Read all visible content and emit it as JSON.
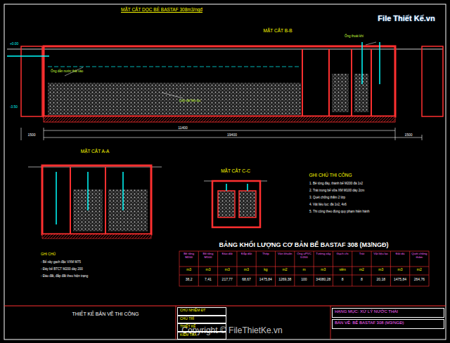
{
  "diagram": {
    "title": "MẶT CẮT DỌC BỂ BASTAF 308m3/ngđ",
    "nodes": [
      {
        "text": [
          "CHỦ NHIỆM ĐT"
        ]
      },
      {
        "text": [
          "CHỦ TRÌ"
        ]
      },
      {
        "text": [
          "THIẾT KẾ"
        ]
      },
      {
        "text": [
          "KIỂM TRA"
        ]
      },
      {
        "text": [
          "HẠNG MỤC: XỬ LÝ NƯỚC THẢI"
        ]
      },
      {
        "text": [
          "BẢN VẼ: BỂ BASTAF 308 (M3/NGĐ)"
        ]
      }
    ],
    "labels": [
      "MẶT CẮT B-B",
      "MẶT CẮT A-A",
      "MẶT CẮT C-C",
      "GHI CHÚ THI CÔNG",
      "BẢNG KHỐI LƯỢNG CƠ BẢN BỂ BASTAF 308 (M3/NGĐ)",
      "11400",
      "19400",
      "1500",
      "1500",
      "+0.00",
      "-3.50",
      "Ống dẫn nước thải vào",
      "Lớp vật liệu lọc",
      "Ống thoát khí",
      "1. Bê tông đáy, thành bể M200 đá 1x2",
      "2. Trát trong bể vữa XM M100 dày 2cm",
      "3. Quét chống thấm 2 lớp",
      "4. Vật liệu lọc: đá 1x2, 4x6",
      "5. Thi công theo đúng quy phạm hiện hành",
      "GHI CHÚ",
      "- Bể xây gạch đặc VXM M75",
      "- Đáy bể BTCT M200 dày 200",
      "- Đào đất, đắp đất theo hiện trạng",
      "THIẾT KẾ BẢN VẼ THI CÔNG",
      "File Thiết Kế.vn",
      "Copyright © FileThietKe.vn",
      "Bê tông M200",
      "Bê tông M100",
      "Đào đất",
      "Đắp đất",
      "Thép",
      "Ván khuôn",
      "Ống uPVC D200",
      "Tường xây",
      "Gạch chỉ",
      "Trát",
      "Vật liệu lọc",
      "Đất đá",
      "Quét chống thấm",
      "m3",
      "m3",
      "m3",
      "m3",
      "kg",
      "m2",
      "m",
      "m3",
      "viên",
      "m2",
      "m3",
      "m3",
      "m2",
      "38,2",
      "7,41",
      "217,77",
      "68,67",
      "1475,84",
      "1269,38",
      "100",
      "34080,28",
      "8",
      "8",
      "20,18",
      "1475,84",
      "264,76"
    ]
  }
}
